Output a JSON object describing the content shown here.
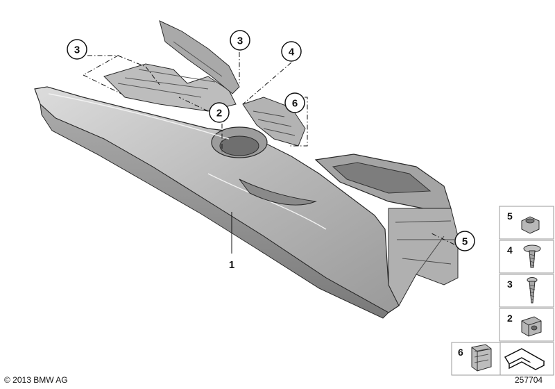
{
  "diagram": {
    "callouts": {
      "c3a": "3",
      "c3b": "3",
      "c4": "4",
      "c2": "2",
      "c6": "6",
      "c5": "5",
      "c1": "1"
    },
    "legend": {
      "l5": "5",
      "l4": "4",
      "l3": "3",
      "l2": "2",
      "l6": "6"
    },
    "copyright": "© 2013 BMW AG",
    "diagram_id": "257704"
  },
  "colors": {
    "part_fill": "#c9c9c9",
    "part_dark": "#8e8e8e",
    "part_shadow": "#6a6a6a",
    "outline": "#2a2a2a",
    "legend_border": "#9a9a9a"
  }
}
